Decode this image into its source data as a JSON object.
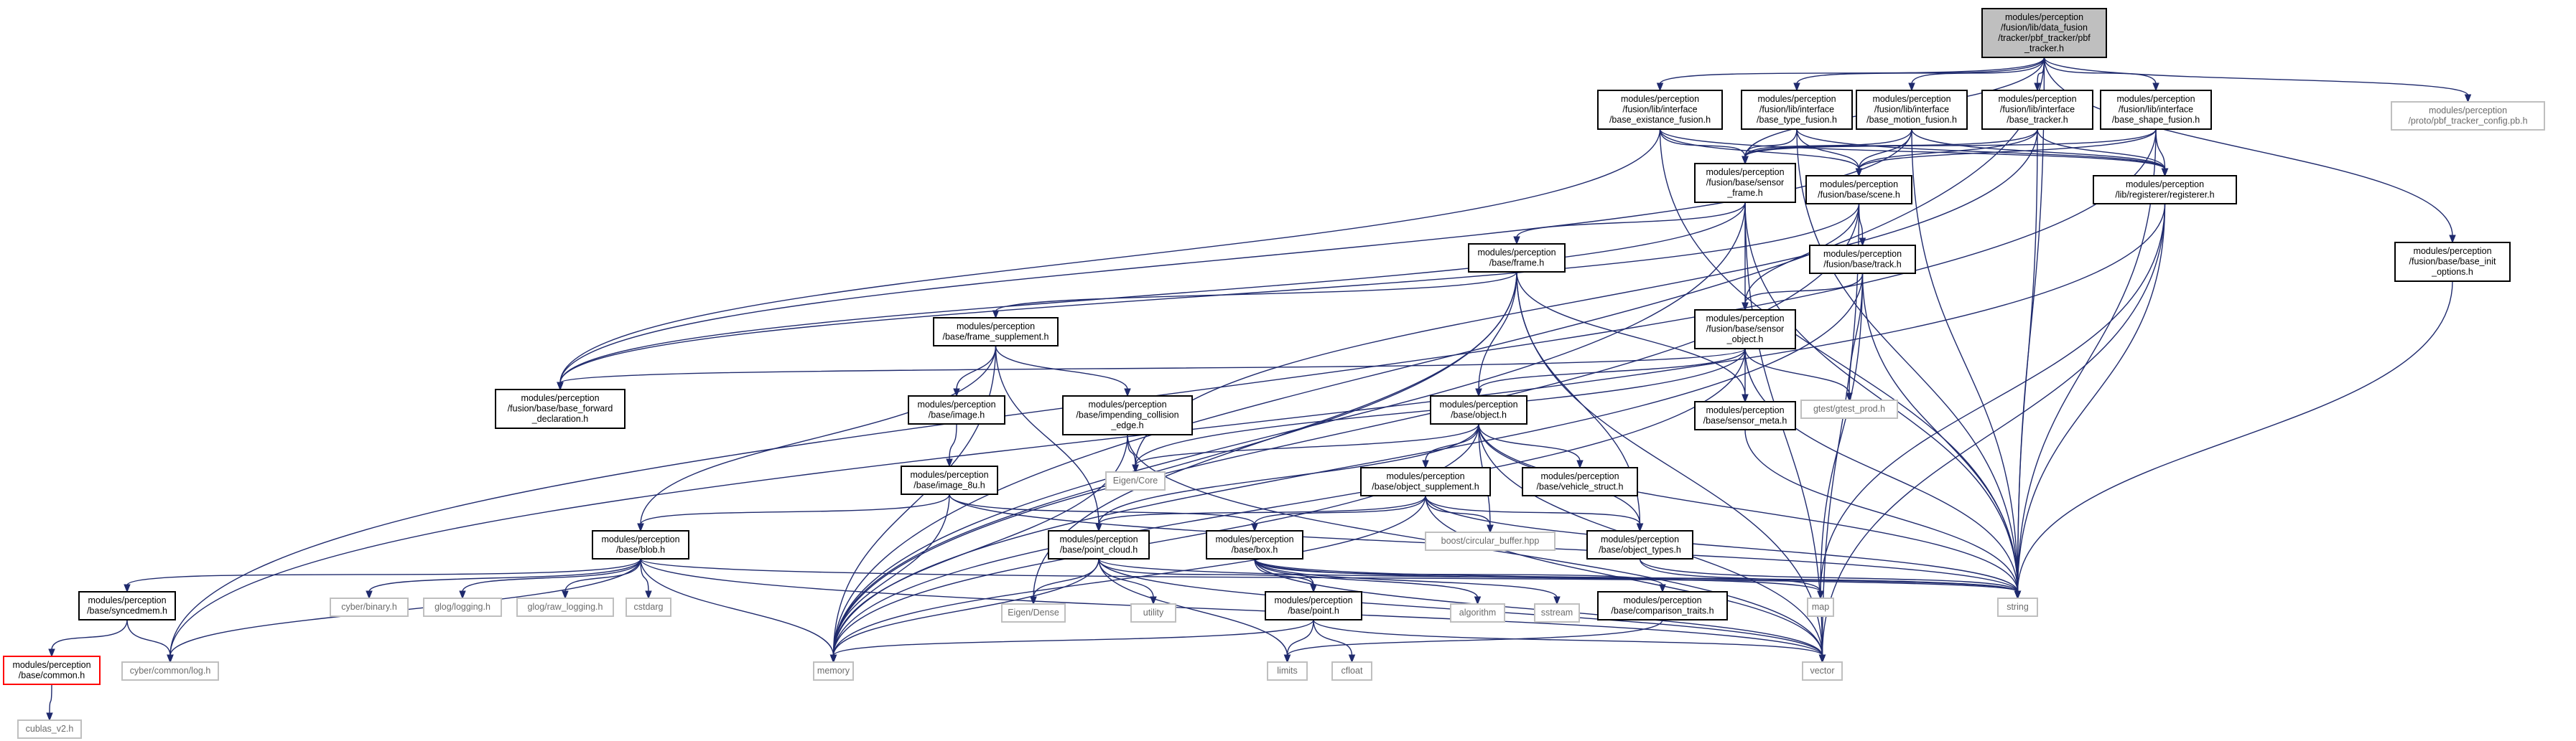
{
  "colors": {
    "edge": "#1f2a6d",
    "root_fill": "#bfbfbf",
    "node_border": "#000000",
    "highlight_border": "#ff0000",
    "external_text": "#6b6b6b"
  },
  "nodes": [
    {
      "id": "root",
      "lines": [
        "modules/perception",
        "/fusion/lib/data_fusion",
        "/tracker/pbf_tracker/pbf",
        "_tracker.h"
      ],
      "style": "root"
    },
    {
      "id": "existance",
      "lines": [
        "modules/perception",
        "/fusion/lib/interface",
        "/base_existance_fusion.h"
      ],
      "style": "box"
    },
    {
      "id": "typefusion",
      "lines": [
        "modules/perception",
        "/fusion/lib/interface",
        "/base_type_fusion.h"
      ],
      "style": "box"
    },
    {
      "id": "motion",
      "lines": [
        "modules/perception",
        "/fusion/lib/interface",
        "/base_motion_fusion.h"
      ],
      "style": "box"
    },
    {
      "id": "tracker",
      "lines": [
        "modules/perception",
        "/fusion/lib/interface",
        "/base_tracker.h"
      ],
      "style": "box"
    },
    {
      "id": "shape",
      "lines": [
        "modules/perception",
        "/fusion/lib/interface",
        "/base_shape_fusion.h"
      ],
      "style": "box"
    },
    {
      "id": "config",
      "lines": [
        "modules/perception",
        "/proto/pbf_tracker_config.pb.h"
      ],
      "style": "ext"
    },
    {
      "id": "sensorframe",
      "lines": [
        "modules/perception",
        "/fusion/base/sensor",
        "_frame.h"
      ],
      "style": "box"
    },
    {
      "id": "scene",
      "lines": [
        "modules/perception",
        "/fusion/base/scene.h"
      ],
      "style": "box"
    },
    {
      "id": "registerer",
      "lines": [
        "modules/perception",
        "/lib/registerer/registerer.h"
      ],
      "style": "box"
    },
    {
      "id": "baseinit",
      "lines": [
        "modules/perception",
        "/fusion/base/base_init",
        "_options.h"
      ],
      "style": "box"
    },
    {
      "id": "frame",
      "lines": [
        "modules/perception",
        "/base/frame.h"
      ],
      "style": "box"
    },
    {
      "id": "track",
      "lines": [
        "modules/perception",
        "/fusion/base/track.h"
      ],
      "style": "box"
    },
    {
      "id": "framesupp",
      "lines": [
        "modules/perception",
        "/base/frame_supplement.h"
      ],
      "style": "box"
    },
    {
      "id": "sensorobject",
      "lines": [
        "modules/perception",
        "/fusion/base/sensor",
        "_object.h"
      ],
      "style": "box"
    },
    {
      "id": "gtest",
      "lines": [
        "gtest/gtest_prod.h"
      ],
      "style": "ext"
    },
    {
      "id": "fwddecl",
      "lines": [
        "modules/perception",
        "/fusion/base/base_forward",
        "_declaration.h"
      ],
      "style": "box"
    },
    {
      "id": "image",
      "lines": [
        "modules/perception",
        "/base/image.h"
      ],
      "style": "box"
    },
    {
      "id": "impending",
      "lines": [
        "modules/perception",
        "/base/impending_collision",
        "_edge.h"
      ],
      "style": "box"
    },
    {
      "id": "object",
      "lines": [
        "modules/perception",
        "/base/object.h"
      ],
      "style": "box"
    },
    {
      "id": "sensormeta",
      "lines": [
        "modules/perception",
        "/base/sensor_meta.h"
      ],
      "style": "box"
    },
    {
      "id": "image8u",
      "lines": [
        "modules/perception",
        "/base/image_8u.h"
      ],
      "style": "box"
    },
    {
      "id": "eigencore",
      "lines": [
        "Eigen/Core"
      ],
      "style": "ext"
    },
    {
      "id": "objsupp",
      "lines": [
        "modules/perception",
        "/base/object_supplement.h"
      ],
      "style": "box"
    },
    {
      "id": "vehicle",
      "lines": [
        "modules/perception",
        "/base/vehicle_struct.h"
      ],
      "style": "box"
    },
    {
      "id": "blob",
      "lines": [
        "modules/perception",
        "/base/blob.h"
      ],
      "style": "box"
    },
    {
      "id": "pointcloud",
      "lines": [
        "modules/perception",
        "/base/point_cloud.h"
      ],
      "style": "box"
    },
    {
      "id": "box",
      "lines": [
        "modules/perception",
        "/base/box.h"
      ],
      "style": "box"
    },
    {
      "id": "circular",
      "lines": [
        "boost/circular_buffer.hpp"
      ],
      "style": "ext"
    },
    {
      "id": "objtypes",
      "lines": [
        "modules/perception",
        "/base/object_types.h"
      ],
      "style": "box"
    },
    {
      "id": "syncedmem",
      "lines": [
        "modules/perception",
        "/base/syncedmem.h"
      ],
      "style": "box"
    },
    {
      "id": "cyberbinary",
      "lines": [
        "cyber/binary.h"
      ],
      "style": "ext"
    },
    {
      "id": "glog",
      "lines": [
        "glog/logging.h"
      ],
      "style": "ext"
    },
    {
      "id": "glograw",
      "lines": [
        "glog/raw_logging.h"
      ],
      "style": "ext"
    },
    {
      "id": "cstdarg",
      "lines": [
        "cstdarg"
      ],
      "style": "ext"
    },
    {
      "id": "eigendense",
      "lines": [
        "Eigen/Dense"
      ],
      "style": "ext"
    },
    {
      "id": "utility",
      "lines": [
        "utility"
      ],
      "style": "ext"
    },
    {
      "id": "point",
      "lines": [
        "modules/perception",
        "/base/point.h"
      ],
      "style": "box"
    },
    {
      "id": "algorithm",
      "lines": [
        "algorithm"
      ],
      "style": "ext"
    },
    {
      "id": "sstream",
      "lines": [
        "sstream"
      ],
      "style": "ext"
    },
    {
      "id": "comparison",
      "lines": [
        "modules/perception",
        "/base/comparison_traits.h"
      ],
      "style": "box"
    },
    {
      "id": "map",
      "lines": [
        "map"
      ],
      "style": "ext"
    },
    {
      "id": "string",
      "lines": [
        "string"
      ],
      "style": "ext"
    },
    {
      "id": "common",
      "lines": [
        "modules/perception",
        "/base/common.h"
      ],
      "style": "highlight"
    },
    {
      "id": "cyberlog",
      "lines": [
        "cyber/common/log.h"
      ],
      "style": "ext"
    },
    {
      "id": "memory",
      "lines": [
        "memory"
      ],
      "style": "ext"
    },
    {
      "id": "limits",
      "lines": [
        "limits"
      ],
      "style": "ext"
    },
    {
      "id": "cfloat",
      "lines": [
        "cfloat"
      ],
      "style": "ext"
    },
    {
      "id": "vector",
      "lines": [
        "vector"
      ],
      "style": "ext"
    },
    {
      "id": "cublas",
      "lines": [
        "cublas_v2.h"
      ],
      "style": "ext"
    }
  ],
  "edges": [
    [
      "root",
      "existance"
    ],
    [
      "root",
      "typefusion"
    ],
    [
      "root",
      "motion"
    ],
    [
      "root",
      "tracker"
    ],
    [
      "root",
      "shape"
    ],
    [
      "root",
      "config"
    ],
    [
      "root",
      "baseinit"
    ],
    [
      "root",
      "string"
    ],
    [
      "root",
      "memory"
    ],
    [
      "root",
      "sensorframe"
    ],
    [
      "existance",
      "sensorframe"
    ],
    [
      "existance",
      "scene"
    ],
    [
      "existance",
      "registerer"
    ],
    [
      "existance",
      "fwddecl"
    ],
    [
      "existance",
      "string"
    ],
    [
      "typefusion",
      "sensorframe"
    ],
    [
      "typefusion",
      "scene"
    ],
    [
      "typefusion",
      "registerer"
    ],
    [
      "typefusion",
      "string"
    ],
    [
      "motion",
      "sensorframe"
    ],
    [
      "motion",
      "scene"
    ],
    [
      "motion",
      "registerer"
    ],
    [
      "motion",
      "fwddecl"
    ],
    [
      "motion",
      "string"
    ],
    [
      "tracker",
      "sensorframe"
    ],
    [
      "tracker",
      "scene"
    ],
    [
      "tracker",
      "registerer"
    ],
    [
      "tracker",
      "string"
    ],
    [
      "tracker",
      "eigencore"
    ],
    [
      "shape",
      "sensorframe"
    ],
    [
      "shape",
      "scene"
    ],
    [
      "shape",
      "registerer"
    ],
    [
      "shape",
      "string"
    ],
    [
      "shape",
      "cyberlog"
    ],
    [
      "baseinit",
      "string"
    ],
    [
      "sensorframe",
      "frame"
    ],
    [
      "sensorframe",
      "sensorobject"
    ],
    [
      "sensorframe",
      "fwddecl"
    ],
    [
      "sensorframe",
      "memory"
    ],
    [
      "sensorframe",
      "string"
    ],
    [
      "sensorframe",
      "vector"
    ],
    [
      "scene",
      "track"
    ],
    [
      "scene",
      "sensorobject"
    ],
    [
      "scene",
      "fwddecl"
    ],
    [
      "scene",
      "memory"
    ],
    [
      "scene",
      "vector"
    ],
    [
      "registerer",
      "map"
    ],
    [
      "registerer",
      "string"
    ],
    [
      "registerer",
      "vector"
    ],
    [
      "registerer",
      "cyberlog"
    ],
    [
      "frame",
      "framesupp"
    ],
    [
      "frame",
      "object"
    ],
    [
      "frame",
      "sensormeta"
    ],
    [
      "frame",
      "objtypes"
    ],
    [
      "frame",
      "memory"
    ],
    [
      "frame",
      "vector"
    ],
    [
      "frame",
      "eigendense"
    ],
    [
      "track",
      "sensorobject"
    ],
    [
      "track",
      "gtest"
    ],
    [
      "track",
      "map"
    ],
    [
      "track",
      "string"
    ],
    [
      "track",
      "memory"
    ],
    [
      "framesupp",
      "image"
    ],
    [
      "framesupp",
      "impending"
    ],
    [
      "framesupp",
      "pointcloud"
    ],
    [
      "framesupp",
      "blob"
    ],
    [
      "framesupp",
      "memory"
    ],
    [
      "sensorobject",
      "object"
    ],
    [
      "sensorobject",
      "sensormeta"
    ],
    [
      "sensorobject",
      "gtest"
    ],
    [
      "sensorobject",
      "fwddecl"
    ],
    [
      "sensorobject",
      "eigencore"
    ],
    [
      "sensorobject",
      "memory"
    ],
    [
      "sensorobject",
      "string"
    ],
    [
      "image",
      "image8u"
    ],
    [
      "impending",
      "eigencore"
    ],
    [
      "impending",
      "memory"
    ],
    [
      "impending",
      "vector"
    ],
    [
      "object",
      "eigencore"
    ],
    [
      "object",
      "objsupp"
    ],
    [
      "object",
      "vehicle"
    ],
    [
      "object",
      "objtypes"
    ],
    [
      "object",
      "circular"
    ],
    [
      "object",
      "memory"
    ],
    [
      "object",
      "string"
    ],
    [
      "object",
      "vector"
    ],
    [
      "object",
      "pointcloud"
    ],
    [
      "sensormeta",
      "string"
    ],
    [
      "image8u",
      "blob"
    ],
    [
      "image8u",
      "box"
    ],
    [
      "image8u",
      "memory"
    ],
    [
      "image8u",
      "string"
    ],
    [
      "objsupp",
      "pointcloud"
    ],
    [
      "objsupp",
      "box"
    ],
    [
      "objsupp",
      "circular"
    ],
    [
      "objsupp",
      "objtypes"
    ],
    [
      "objsupp",
      "memory"
    ],
    [
      "objsupp",
      "string"
    ],
    [
      "objsupp",
      "vector"
    ],
    [
      "blob",
      "syncedmem"
    ],
    [
      "blob",
      "cyberbinary"
    ],
    [
      "blob",
      "glog"
    ],
    [
      "blob",
      "glograw"
    ],
    [
      "blob",
      "cstdarg"
    ],
    [
      "blob",
      "cyberlog"
    ],
    [
      "blob",
      "memory"
    ],
    [
      "blob",
      "string"
    ],
    [
      "blob",
      "vector"
    ],
    [
      "pointcloud",
      "point"
    ],
    [
      "pointcloud",
      "eigendense"
    ],
    [
      "pointcloud",
      "utility"
    ],
    [
      "pointcloud",
      "limits"
    ],
    [
      "pointcloud",
      "memory"
    ],
    [
      "pointcloud",
      "vector"
    ],
    [
      "pointcloud",
      "string"
    ],
    [
      "box",
      "point"
    ],
    [
      "box",
      "algorithm"
    ],
    [
      "box",
      "sstream"
    ],
    [
      "box",
      "comparison"
    ],
    [
      "box",
      "map"
    ],
    [
      "box",
      "string"
    ],
    [
      "box",
      "vector"
    ],
    [
      "objtypes",
      "map"
    ],
    [
      "objtypes",
      "string"
    ],
    [
      "syncedmem",
      "common"
    ],
    [
      "syncedmem",
      "cyberlog"
    ],
    [
      "point",
      "memory"
    ],
    [
      "point",
      "limits"
    ],
    [
      "point",
      "cfloat"
    ],
    [
      "point",
      "vector"
    ],
    [
      "comparison",
      "limits"
    ],
    [
      "common",
      "cublas"
    ]
  ]
}
